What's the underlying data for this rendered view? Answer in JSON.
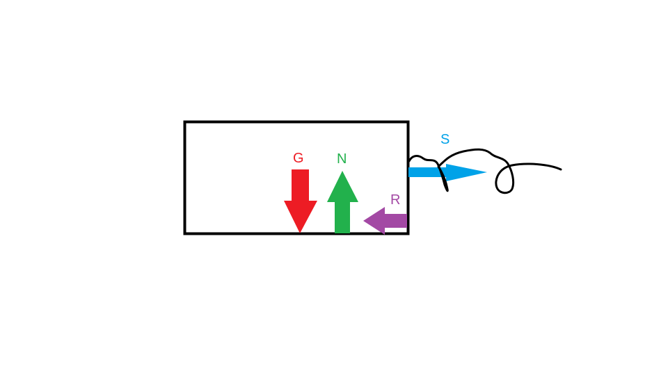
{
  "forces": {
    "gravity": {
      "label": "G",
      "color": "#ed1c24"
    },
    "normal": {
      "label": "N",
      "color": "#22b14c"
    },
    "friction": {
      "label": "R",
      "color": "#a349a4"
    },
    "string": {
      "label": "S",
      "color": "#00a2e8"
    }
  },
  "box": {
    "stroke_color": "#000000"
  },
  "rope": {
    "stroke_color": "#000000"
  }
}
